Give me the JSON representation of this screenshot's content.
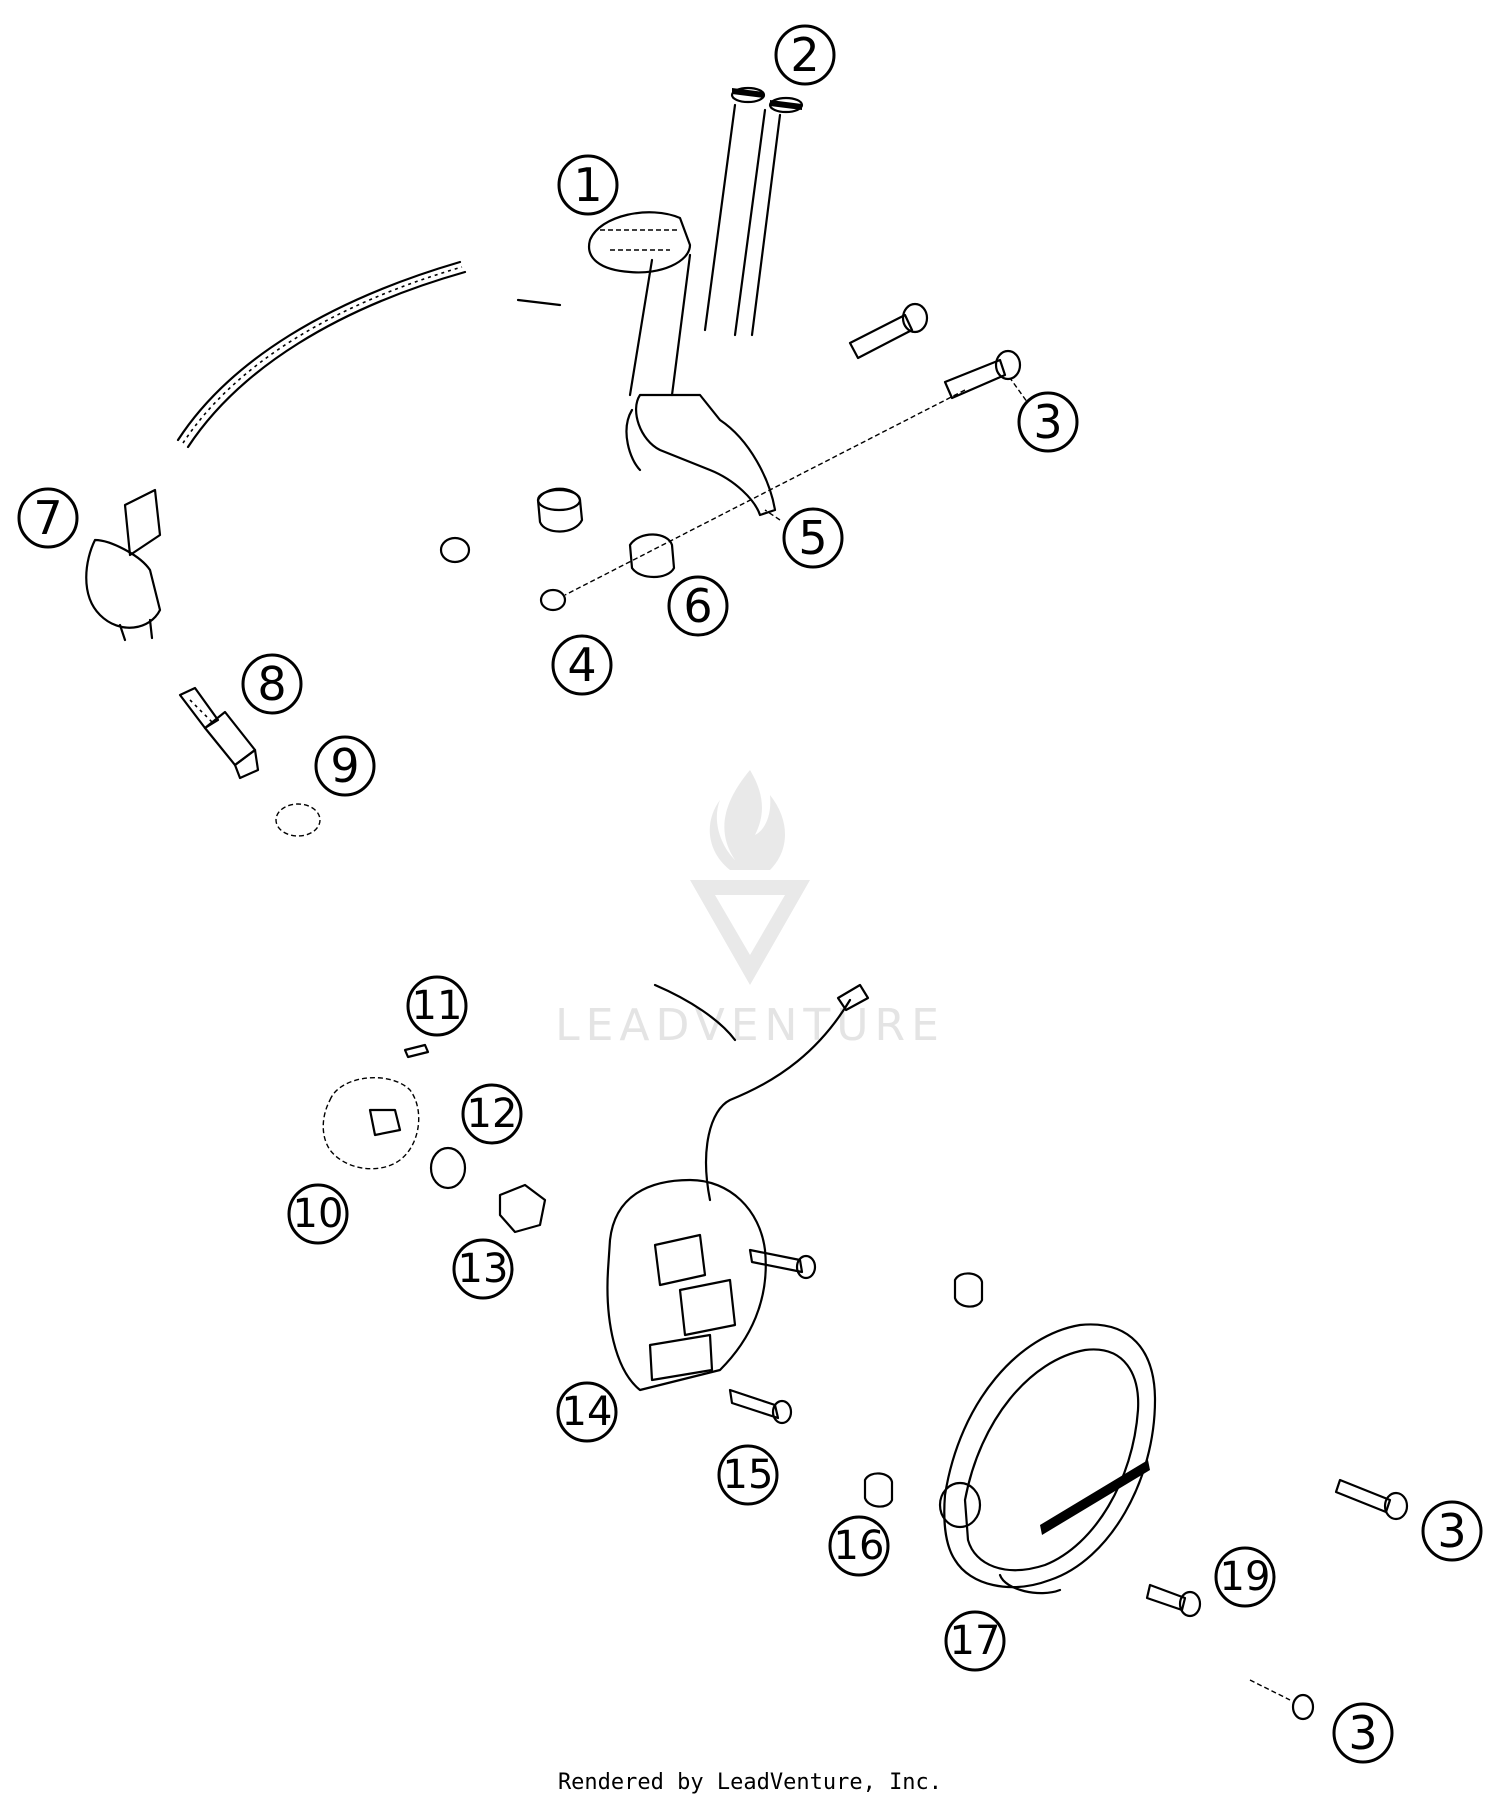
{
  "callouts": [
    {
      "label": "1"
    },
    {
      "label": "2"
    },
    {
      "label": "3"
    },
    {
      "label": "4"
    },
    {
      "label": "5"
    },
    {
      "label": "6"
    },
    {
      "label": "7"
    },
    {
      "label": "8"
    },
    {
      "label": "9"
    },
    {
      "label": "10"
    },
    {
      "label": "11"
    },
    {
      "label": "12"
    },
    {
      "label": "13"
    },
    {
      "label": "14"
    },
    {
      "label": "15"
    },
    {
      "label": "16"
    },
    {
      "label": "17"
    },
    {
      "label": "19"
    },
    {
      "label": "3"
    },
    {
      "label": "3"
    }
  ],
  "watermark": {
    "text": "LEADVENTURE"
  },
  "footer": {
    "text": "Rendered by LeadVenture, Inc."
  }
}
